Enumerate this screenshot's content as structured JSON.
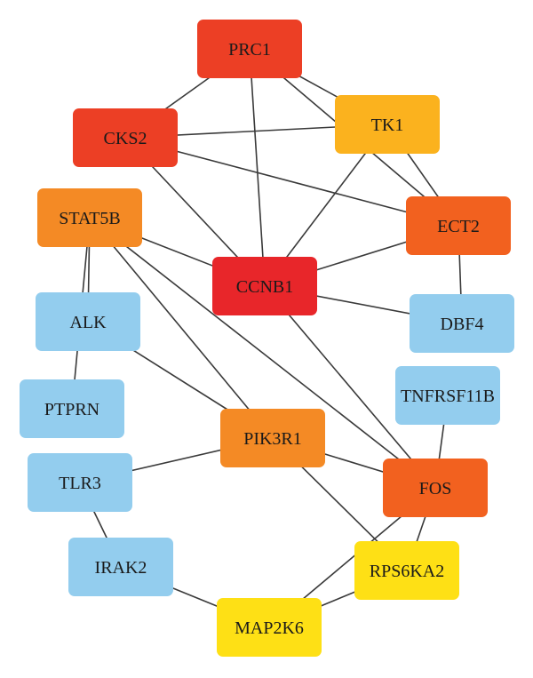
{
  "colors": {
    "red": "#e8262a",
    "red_orange": "#ec3f25",
    "orange": "#f2611f",
    "light_orange": "#f48a25",
    "amber": "#fbb21e",
    "yellow": "#fee015",
    "blue": "#93cdee"
  },
  "nodes": [
    {
      "id": "PRC1",
      "label": "PRC1",
      "color": "#ec3f25"
    },
    {
      "id": "TK1",
      "label": "TK1",
      "color": "#fbb21e"
    },
    {
      "id": "CKS2",
      "label": "CKS2",
      "color": "#ec3f25"
    },
    {
      "id": "STAT5B",
      "label": "STAT5B",
      "color": "#f48a25"
    },
    {
      "id": "ECT2",
      "label": "ECT2",
      "color": "#f2611f"
    },
    {
      "id": "CCNB1",
      "label": "CCNB1",
      "color": "#e8262a"
    },
    {
      "id": "ALK",
      "label": "ALK",
      "color": "#93cdee"
    },
    {
      "id": "DBF4",
      "label": "DBF4",
      "color": "#93cdee"
    },
    {
      "id": "TNFRSF11B",
      "label": "TNFRSF11B",
      "color": "#93cdee"
    },
    {
      "id": "PTPRN",
      "label": "PTPRN",
      "color": "#93cdee"
    },
    {
      "id": "PIK3R1",
      "label": "PIK3R1",
      "color": "#f48a25"
    },
    {
      "id": "TLR3",
      "label": "TLR3",
      "color": "#93cdee"
    },
    {
      "id": "FOS",
      "label": "FOS",
      "color": "#f2611f"
    },
    {
      "id": "RPS6KA2",
      "label": "RPS6KA2",
      "color": "#fee015"
    },
    {
      "id": "IRAK2",
      "label": "IRAK2",
      "color": "#93cdee"
    },
    {
      "id": "MAP2K6",
      "label": "MAP2K6",
      "color": "#fee015"
    }
  ],
  "edges": [
    [
      "PRC1",
      "CKS2"
    ],
    [
      "PRC1",
      "TK1"
    ],
    [
      "PRC1",
      "CCNB1"
    ],
    [
      "PRC1",
      "ECT2"
    ],
    [
      "CKS2",
      "TK1"
    ],
    [
      "CKS2",
      "ECT2"
    ],
    [
      "CKS2",
      "CCNB1"
    ],
    [
      "TK1",
      "CCNB1"
    ],
    [
      "TK1",
      "ECT2"
    ],
    [
      "STAT5B",
      "CCNB1"
    ],
    [
      "STAT5B",
      "ALK"
    ],
    [
      "STAT5B",
      "PTPRN"
    ],
    [
      "STAT5B",
      "PIK3R1"
    ],
    [
      "STAT5B",
      "FOS"
    ],
    [
      "ECT2",
      "CCNB1"
    ],
    [
      "ECT2",
      "DBF4"
    ],
    [
      "CCNB1",
      "DBF4"
    ],
    [
      "CCNB1",
      "FOS"
    ],
    [
      "ALK",
      "PIK3R1"
    ],
    [
      "TNFRSF11B",
      "FOS"
    ],
    [
      "PIK3R1",
      "TLR3"
    ],
    [
      "PIK3R1",
      "FOS"
    ],
    [
      "PIK3R1",
      "RPS6KA2"
    ],
    [
      "TLR3",
      "IRAK2"
    ],
    [
      "FOS",
      "RPS6KA2"
    ],
    [
      "FOS",
      "MAP2K6"
    ],
    [
      "IRAK2",
      "MAP2K6"
    ],
    [
      "RPS6KA2",
      "MAP2K6"
    ]
  ]
}
